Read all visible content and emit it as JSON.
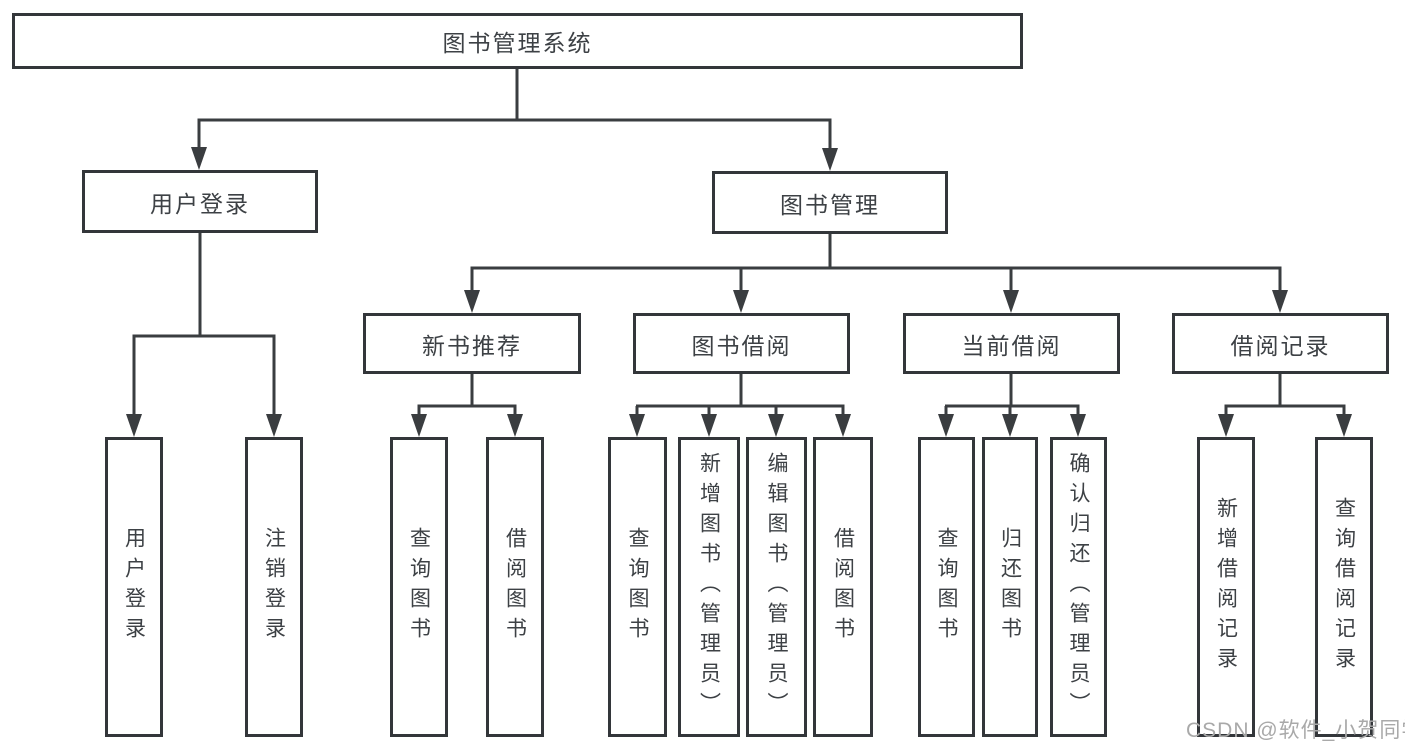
{
  "diagram": {
    "root": "图书管理系统",
    "level2": {
      "login": "用户登录",
      "management": "图书管理"
    },
    "level3": {
      "new_books": "新书推荐",
      "borrowing": "图书借阅",
      "current": "当前借阅",
      "records": "借阅记录"
    },
    "leaves": {
      "login": [
        "用户登录",
        "注销登录"
      ],
      "new_books": [
        "查询图书",
        "借阅图书"
      ],
      "borrowing": [
        "查询图书",
        "新增图书（管理员）",
        "编辑图书（管理员）",
        "借阅图书"
      ],
      "current": [
        "查询图书",
        "归还图书",
        "确认归还（管理员）"
      ],
      "records": [
        "新增借阅记录",
        "查询借阅记录"
      ]
    }
  },
  "watermark": "CSDN @软件_小贺同学",
  "colors": {
    "line": "#3a3d40",
    "border": "#33363a",
    "text": "#3d4145",
    "watermark": "#a9a9a9",
    "background": "#ffffff"
  }
}
